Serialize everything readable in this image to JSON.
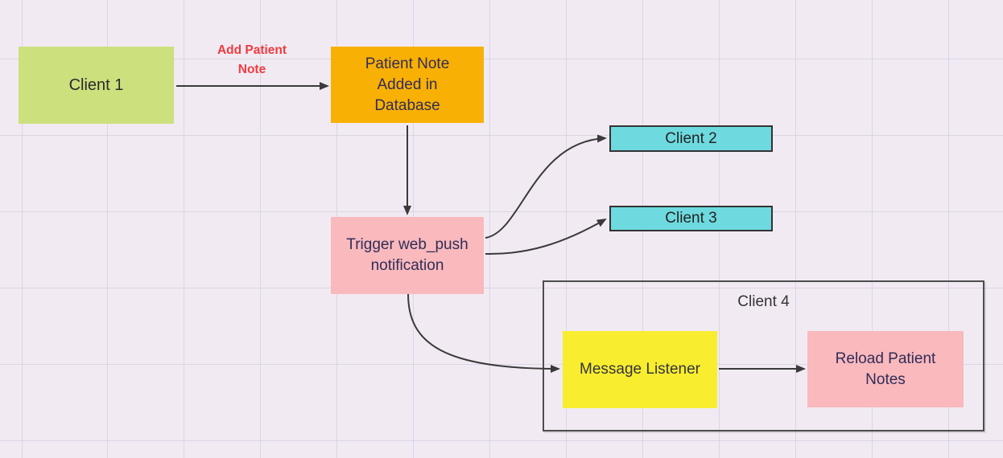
{
  "colors": {
    "canvas-bg": "#F2EAF3",
    "grid-line": "#DAD4E5",
    "node-green": "#CCE07E",
    "node-orange": "#F9B005",
    "node-pink": "#F9B9BD",
    "node-cyan": "#6EDADF",
    "node-yellow": "#F8ED2F",
    "group-border": "#4D4D4D",
    "edge-stroke": "#3A3A3A",
    "edge-label-red": "#EE3B3F",
    "text-navy": "#312D56"
  },
  "diagram": {
    "nodes": {
      "client1": {
        "label": "Client 1"
      },
      "db": {
        "label": "Patient Note\nAdded in\nDatabase"
      },
      "trigger": {
        "label": "Trigger web_push\nnotification"
      },
      "client2": {
        "label": "Client 2"
      },
      "client3": {
        "label": "Client 3"
      },
      "group_client4": {
        "label": "Client 4"
      },
      "listener": {
        "label": "Message Listener"
      },
      "reload": {
        "label": "Reload Patient\nNotes"
      }
    },
    "edges": {
      "add_note_label": "Add Patient\nNote"
    }
  }
}
